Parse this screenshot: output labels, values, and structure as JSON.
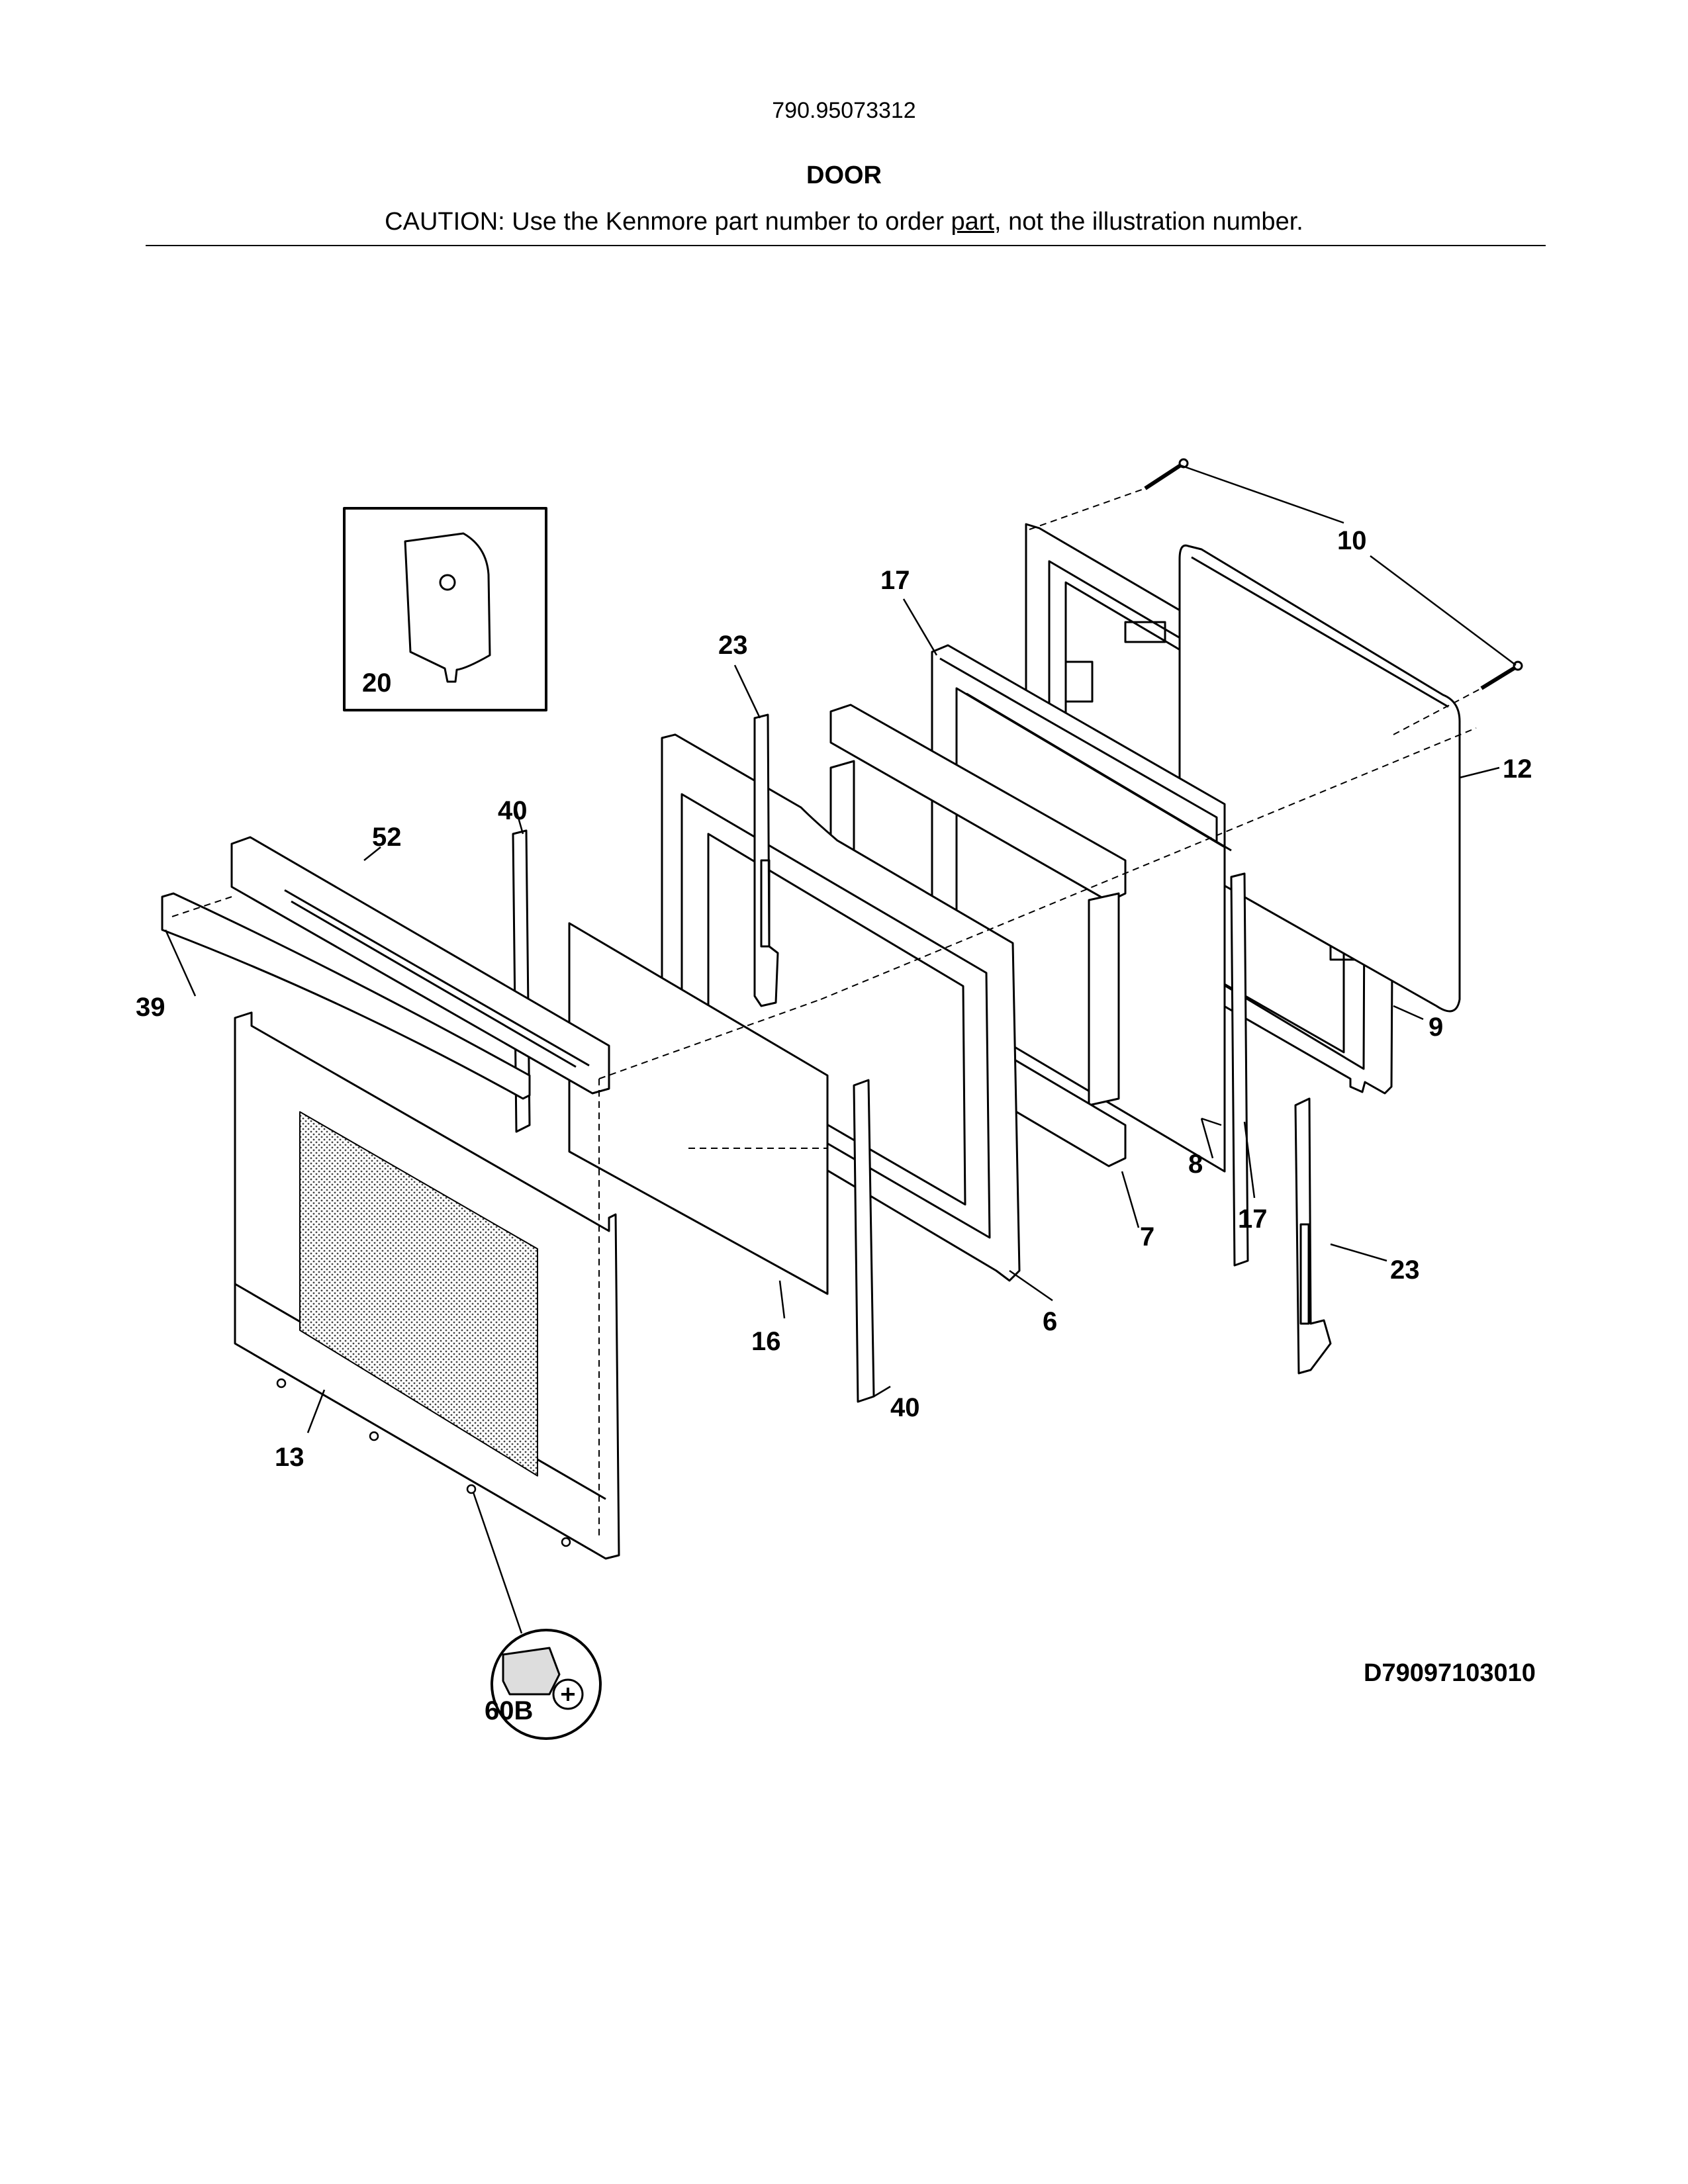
{
  "header": {
    "model_number": "790.95073312",
    "section_title": "DOOR",
    "caution_before": "CAUTION: Use the Kenmore part number to order ",
    "caution_underlined": "part",
    "caution_after": ", not the illustration number."
  },
  "callouts": {
    "c20": "20",
    "c23a": "23",
    "c17a": "17",
    "c10": "10",
    "c12": "12",
    "c40a": "40",
    "c52": "52",
    "c39": "39",
    "c9": "9",
    "c8": "8",
    "c7": "7",
    "c17b": "17",
    "c23b": "23",
    "c6": "6",
    "c16": "16",
    "c40b": "40",
    "c13": "13",
    "c60b": "60B"
  },
  "diagram_code": "D79097103010"
}
